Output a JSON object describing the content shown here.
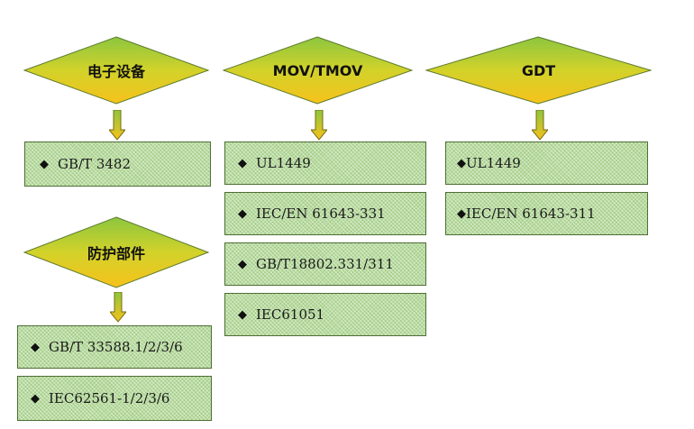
{
  "colors": {
    "diamond_top": "#8cc63f",
    "diamond_bottom": "#f6c21b",
    "box_fill": "#b9dca0",
    "box_border": "#4e6f35"
  },
  "bullet_glyph": "◆",
  "groups": {
    "electronics": {
      "title": "电子设备",
      "standards": [
        "GB/T 3482"
      ]
    },
    "protection": {
      "title": "防护部件",
      "standards": [
        "GB/T 33588.1/2/3/6",
        "IEC62561-1/2/3/6"
      ]
    },
    "mov": {
      "title": "MOV/TMOV",
      "standards": [
        "UL1449",
        "IEC/EN 61643-331",
        "GB/T18802.331/311",
        "IEC61051"
      ]
    },
    "gdt": {
      "title": "GDT",
      "standards": [
        "UL1449",
        "IEC/EN 61643-311"
      ]
    }
  }
}
